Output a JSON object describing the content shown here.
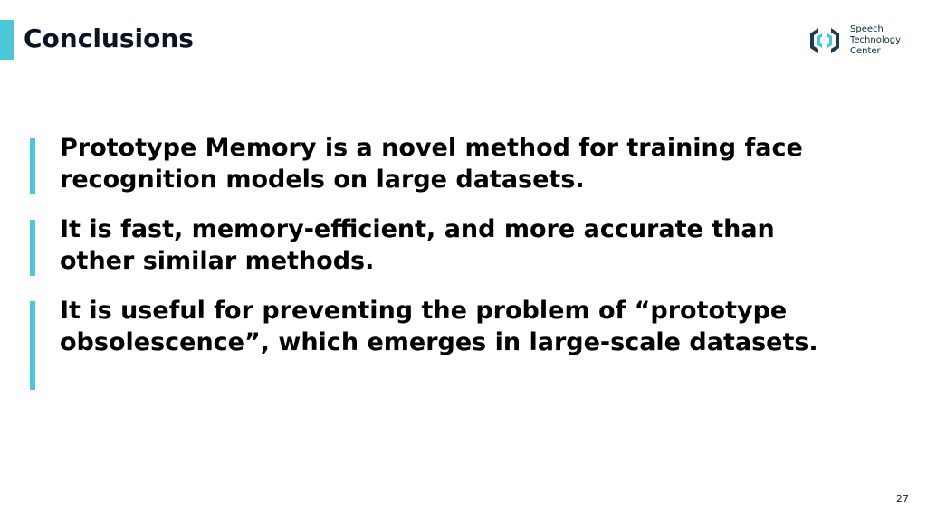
{
  "slide": {
    "title": "Conclusions",
    "page_number": "27"
  },
  "logo": {
    "icon": "speech-technology-center-logo",
    "line1": "Speech",
    "line2": "Technology",
    "line3": "Center"
  },
  "points": [
    {
      "text": "Prototype Memory is a novel method for training face recognition models on large datasets."
    },
    {
      "text": "It is fast, memory-efficient, and more accurate than other similar methods."
    },
    {
      "text": "It is useful for preventing the problem of “prototype obsolescence”, which emerges in large-scale datasets."
    }
  ],
  "colors": {
    "accent": "#4cc7d8",
    "logo_dark": "#1d3a52",
    "title": "#0b1324"
  }
}
